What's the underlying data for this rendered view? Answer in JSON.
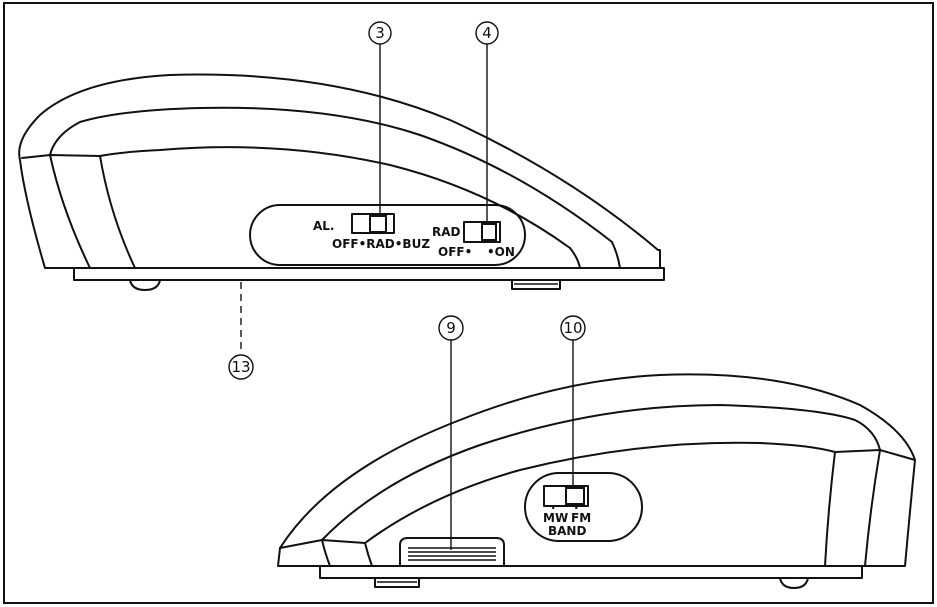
{
  "top_view": {
    "callouts": {
      "alarm_switch": "3",
      "radio_switch": "4",
      "base": "13"
    },
    "alarm_switch": {
      "label": "AL.",
      "positions": "OFF•RAD•BUZ"
    },
    "radio_switch": {
      "label": "RAD",
      "pos_off": "OFF•",
      "pos_on": "•ON"
    }
  },
  "bottom_view": {
    "callouts": {
      "battery_door": "9",
      "band_switch": "10"
    },
    "band_switch": {
      "pos_mw": "MW",
      "pos_fm": "FM",
      "label": "BAND"
    }
  },
  "colors": {
    "line": "#111111",
    "background": "#ffffff"
  }
}
